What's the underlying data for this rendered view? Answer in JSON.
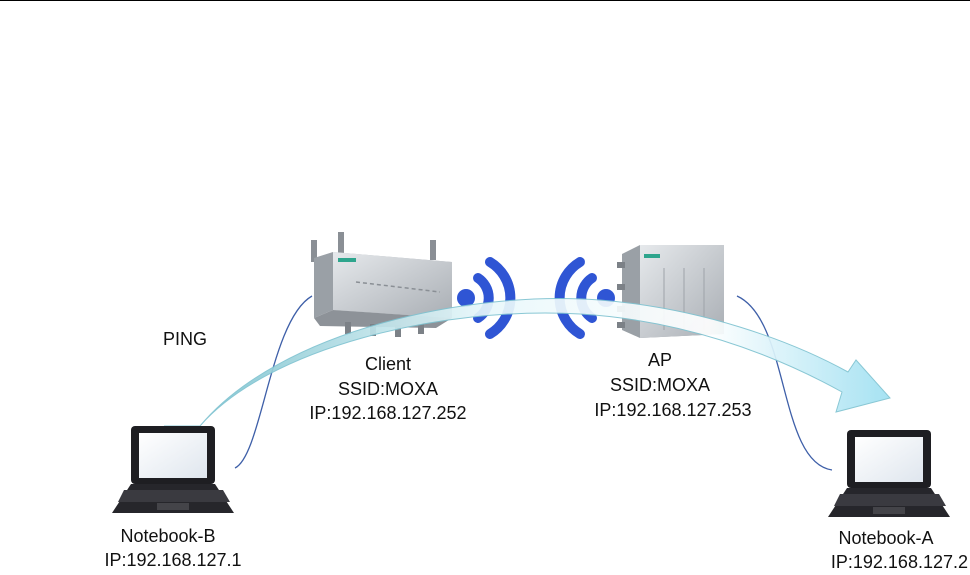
{
  "ping": {
    "label": "PING"
  },
  "client": {
    "role": "Client",
    "ssid": "SSID:MOXA",
    "ip": "IP:192.168.127.252"
  },
  "ap": {
    "role": "AP",
    "ssid": "SSID:MOXA",
    "ip": "IP:192.168.127.253"
  },
  "notebook_b": {
    "name": "Notebook-B",
    "ip": "IP:192.168.127.1"
  },
  "notebook_a": {
    "name": "Notebook-A",
    "ip": "IP:192.168.127.2"
  },
  "colors": {
    "wifi_waves": "#2f55d4",
    "ping_arrow_light": "#dff6fb",
    "ping_arrow_dark": "#5fb9c9",
    "cable": "#3e5fa8",
    "device_body": "#c9ced3",
    "laptop_body": "#1e1e22"
  }
}
